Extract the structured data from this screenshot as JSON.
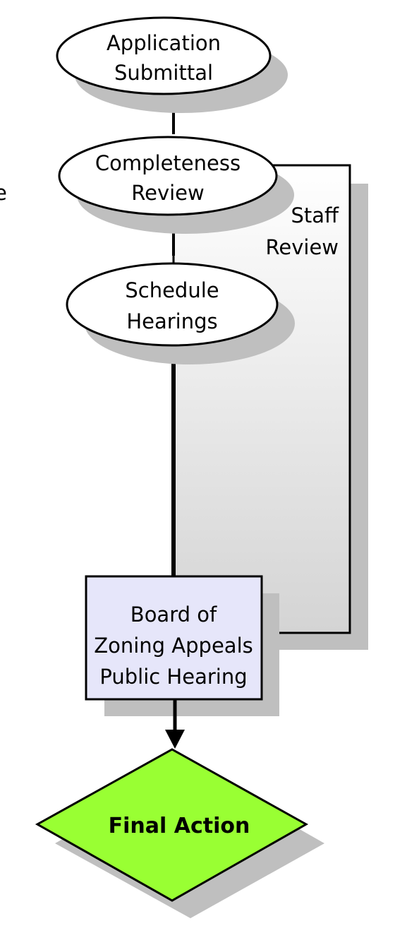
{
  "diagram": {
    "colors": {
      "ellipse_fill": "#ffffff",
      "stroke": "#000000",
      "shadow": "#bfbfbf",
      "box_fill": "#e6e6fa",
      "diamond_fill": "#99ff33",
      "staff_gradient_top": "#ffffff",
      "staff_gradient_bottom": "#d4d4d4"
    },
    "nodes": {
      "application_submittal": {
        "line1": "Application",
        "line2": "Submittal"
      },
      "completeness_review": {
        "line1": "Completeness",
        "line2": "Review"
      },
      "schedule_hearings": {
        "line1": "Schedule",
        "line2": "Hearings"
      },
      "bza_hearing": {
        "line1": "Board of",
        "line2": "Zoning Appeals",
        "line3": "Public Hearing"
      },
      "final_action": {
        "label": "Final Action"
      }
    },
    "staff_review": {
      "line1": "Staff",
      "line2": "Review"
    },
    "edge_fragment": "e"
  }
}
